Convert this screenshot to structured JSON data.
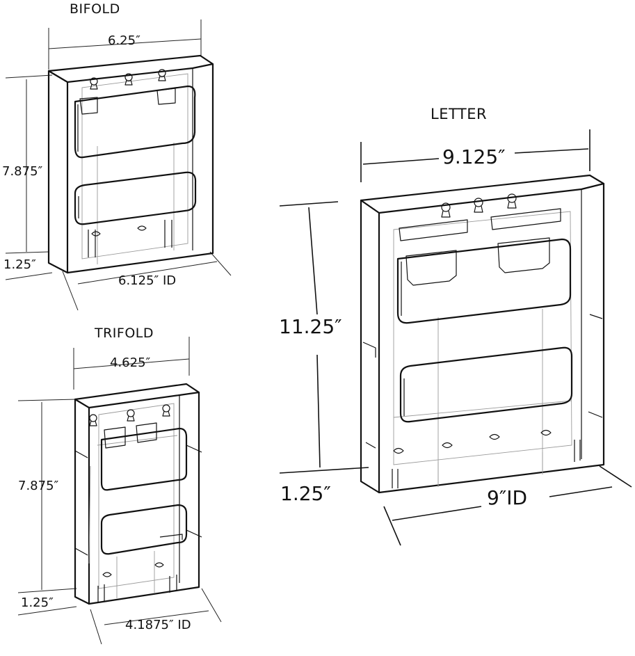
{
  "holders": {
    "bifold": {
      "name": "BIFOLD",
      "outer_width": "6.25″",
      "height": "7.875″",
      "depth": "1.25″",
      "inner_width": "6.125″ ID"
    },
    "trifold": {
      "name": "TRIFOLD",
      "outer_width": "4.625″",
      "height": "7.875″",
      "depth": "1.25″",
      "inner_width": "4.1875″ ID"
    },
    "letter": {
      "name": "LETTER",
      "outer_width": "9.125″",
      "height": "11.25″",
      "depth": "1.25″",
      "inner_width": "9″ID"
    }
  },
  "colors": {
    "line": "#111111",
    "faint": "#9a9a9a",
    "background": "#ffffff"
  }
}
